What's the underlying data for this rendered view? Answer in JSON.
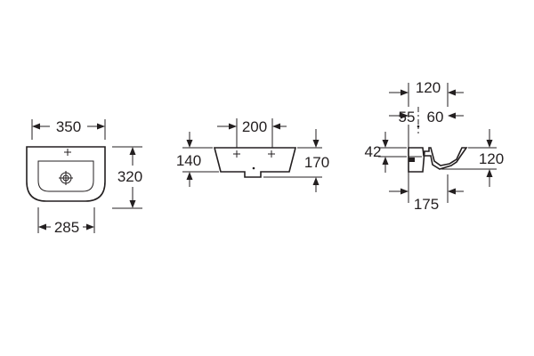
{
  "drawing": {
    "top_view": {
      "width_top": "350",
      "width_bottom": "285",
      "depth": "320"
    },
    "front_view": {
      "tap_hole_spacing": "200",
      "height_left": "140",
      "height_right": "170"
    },
    "side_view": {
      "overall_top": "120",
      "offset_a": "55",
      "offset_b": "60",
      "left_height": "42",
      "right_height": "120",
      "projection": "175"
    }
  }
}
